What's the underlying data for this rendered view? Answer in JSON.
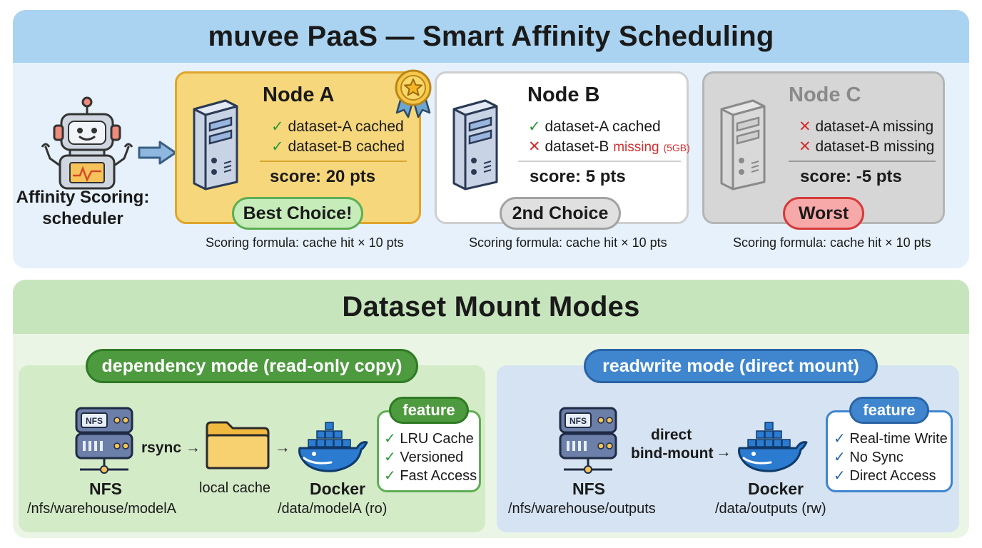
{
  "top": {
    "title": "muvee PaaS — Smart Affinity Scheduling",
    "scheduler_label_1": "Affinity Scoring:",
    "scheduler_label_2": "scheduler",
    "nodes": [
      {
        "name": "Node A",
        "line1": "dataset-A cached",
        "line2": "dataset-B cached",
        "score": "score: 20 pts",
        "badge": "Best Choice!",
        "formula": "Scoring formula: cache hit × 10 pts"
      },
      {
        "name": "Node B",
        "line1": "dataset-A cached",
        "line2": "dataset-B",
        "line2_status": "missing",
        "line2_size": "(5GB)",
        "score": "score: 5 pts",
        "badge": "2nd Choice",
        "formula": "Scoring formula: cache hit × 10 pts"
      },
      {
        "name": "Node C",
        "line1": "dataset-A missing",
        "line2": "dataset-B missing",
        "score": "score: -5 pts",
        "badge": "Worst",
        "formula": "Scoring formula: cache hit × 10 pts"
      }
    ],
    "check_glyph": "✓",
    "cross_glyph": "✕"
  },
  "bottom": {
    "title": "Dataset Mount Modes",
    "dependency": {
      "mode_label": "dependency mode (read-only copy)",
      "nfs_icon_text": "NFS",
      "nfs_label": "NFS",
      "nfs_path": "/nfs/warehouse/modelA",
      "transfer": "rsync →",
      "cache_label": "local cache",
      "arrow": "→",
      "docker_label": "Docker",
      "docker_path": "/data/modelA (ro)",
      "feature_title": "feature",
      "features": [
        "LRU Cache",
        "Versioned",
        "Fast Access"
      ]
    },
    "readwrite": {
      "mode_label": "readwrite mode (direct mount)",
      "nfs_icon_text": "NFS",
      "nfs_label": "NFS",
      "nfs_path": "/nfs/warehouse/outputs",
      "transfer_1": "direct",
      "transfer_2": "bind-mount",
      "arrow": "→",
      "docker_label": "Docker",
      "docker_path": "/data/outputs (rw)",
      "feature_title": "feature",
      "features": [
        "Real-time Write",
        "No Sync",
        "Direct Access"
      ]
    }
  },
  "colors": {
    "top_panel": "#e6f1fb",
    "top_header": "#a9d3f0",
    "bottom_panel": "#eaf5e6",
    "bottom_header": "#c7e5bd",
    "node_best": "#f6d77b",
    "badge_best": "#c5ecb9",
    "badge_worst": "#f7a9a9",
    "check_green": "#2e9a3a",
    "cross_red": "#d32f2f",
    "mode_green": "#4e9a3f",
    "mode_blue": "#3f86cf"
  },
  "icons": [
    "robot-icon",
    "arrow-right-icon",
    "server-icon",
    "medal-icon",
    "nfs-server-icon",
    "folder-icon",
    "docker-whale-icon"
  ]
}
